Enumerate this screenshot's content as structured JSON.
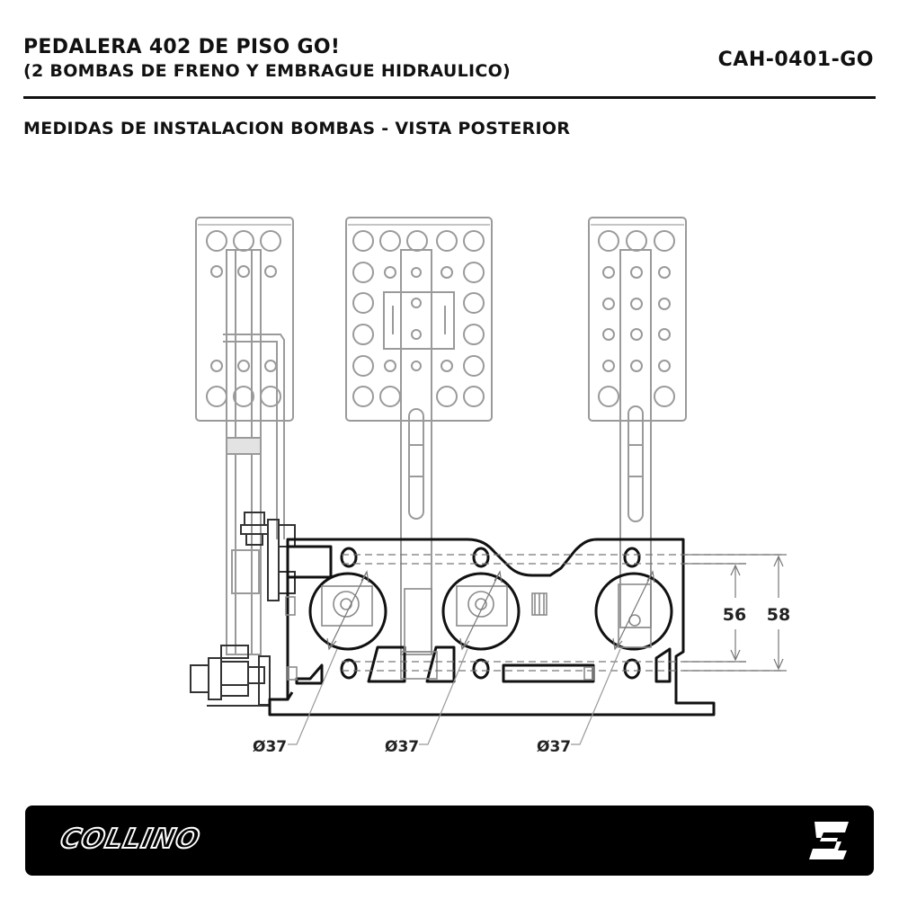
{
  "header": {
    "title": "PEDALERA 402 DE PISO GO!",
    "subtitle": "(2 BOMBAS DE FRENO Y EMBRAGUE HIDRAULICO)",
    "product_code": "CAH-0401-GO"
  },
  "section_title": "MEDIDAS DE INSTALACION BOMBAS - VISTA POSTERIOR",
  "dimensions": {
    "inner": "56",
    "outer": "58",
    "bore_left": "Ø37",
    "bore_center": "Ø37",
    "bore_right": "Ø37"
  },
  "footer": {
    "brand": "COLLINO",
    "logo_icon": "collino-c-logo-icon",
    "background": "#000000"
  }
}
